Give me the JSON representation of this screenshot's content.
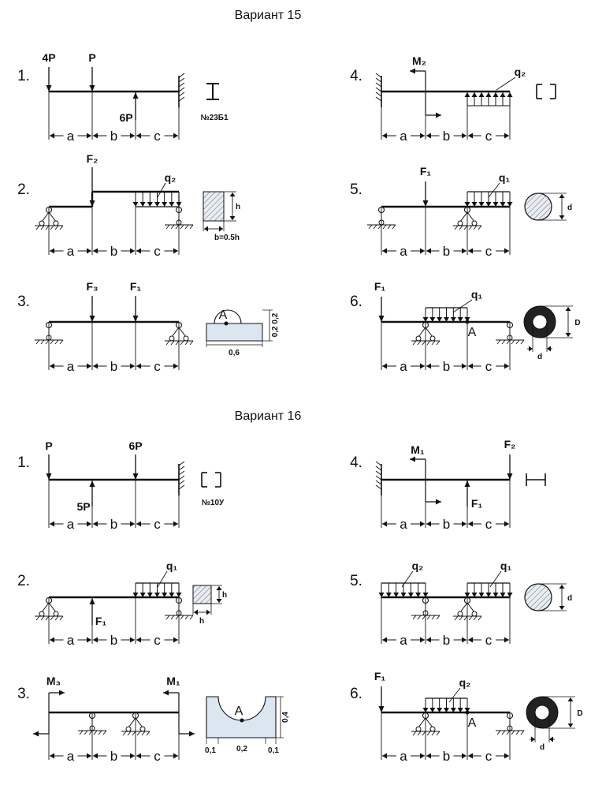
{
  "dims": {
    "a": "a",
    "b": "b",
    "c": "c"
  },
  "variant15": {
    "title": "Вариант 15",
    "p1": {
      "number": "1.",
      "f1": "4P",
      "f2": "P",
      "f3": "6P",
      "section": "№23Б1"
    },
    "p2": {
      "number": "2.",
      "force": "F₂",
      "load": "q₂",
      "sec_h": "h",
      "sec_b": "b=0.5h"
    },
    "p3": {
      "number": "3.",
      "f1": "F₃",
      "f2": "F₁",
      "point": "A",
      "sec_h": "0,2 0,2",
      "sec_w": "0,6"
    },
    "p4": {
      "number": "4.",
      "moment": "M₂",
      "load": "q₂"
    },
    "p5": {
      "number": "5.",
      "force": "F₁",
      "load": "q₁",
      "sec_d": "d"
    },
    "p6": {
      "number": "6.",
      "force": "F₁",
      "load": "q₁",
      "point": "A",
      "sec_D": "D",
      "sec_d": "d"
    }
  },
  "variant16": {
    "title": "Вариант 16",
    "p1": {
      "number": "1.",
      "f1": "P",
      "f2": "5P",
      "f3": "6P",
      "section": "№10У"
    },
    "p2": {
      "number": "2.",
      "force": "F₁",
      "load": "q₁",
      "sec_h": "h",
      "sec_b": "h"
    },
    "p3": {
      "number": "3.",
      "m1": "M₃",
      "m2": "M₁",
      "point": "A",
      "sec_w1": "0,1",
      "sec_w2": "0,2",
      "sec_w3": "0,1",
      "sec_h": "0,4"
    },
    "p4": {
      "number": "4.",
      "moment": "M₁",
      "f1": "F₁",
      "f2": "F₂"
    },
    "p5": {
      "number": "5.",
      "load1": "q₂",
      "load2": "q₁",
      "sec_d": "d"
    },
    "p6": {
      "number": "6.",
      "force": "F₁",
      "load": "q₂",
      "point": "A",
      "sec_D": "D",
      "sec_d": "d"
    }
  },
  "colors": {
    "ink": "#111111",
    "section_fill": "#dbe6f1",
    "hatch_fill": "#e8edf3"
  }
}
